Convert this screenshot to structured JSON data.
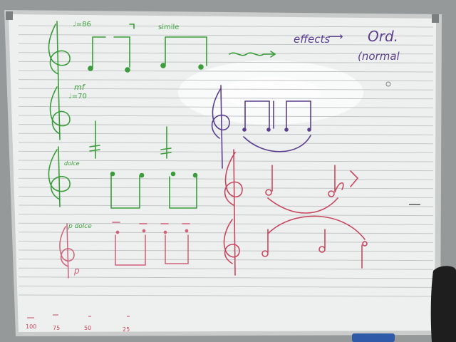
{
  "colors": {
    "wall": "#9a9e9f",
    "board": "#eef0ef",
    "frame": "#c9cccb",
    "staff_line": "#c3c6c8",
    "green": "#3a9c3a",
    "purple": "#5b3f8e",
    "red": "#c8485f",
    "pink": "#d0617a"
  },
  "annotations": {
    "tempo_86": "♩=86",
    "simile": "simile",
    "effects": "effects",
    "ord": "Ord.",
    "normal": "(normal",
    "mf": "mf",
    "tempo_70": "♩=70",
    "dolce": "dolce",
    "p_dolce": "p dolce",
    "p": "p"
  },
  "ruler": [
    "100",
    "75",
    "50",
    "25"
  ]
}
